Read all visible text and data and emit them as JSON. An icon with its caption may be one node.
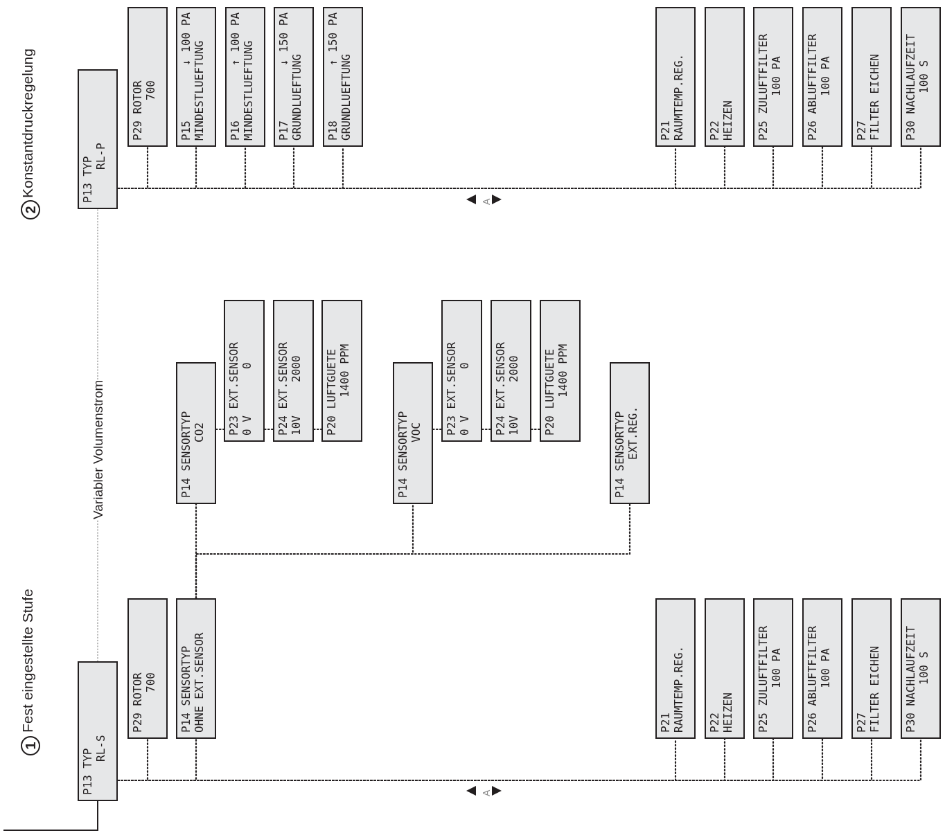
{
  "diagram": {
    "nodes": [
      {
        "text": [
          "P13 TYP",
          "RL-P"
        ]
      },
      {
        "text": [
          "P29 ROTOR",
          "700"
        ]
      },
      {
        "text": [
          "P15",
          "↓ 100 PA",
          "MINDESTLUEFTUNG"
        ]
      },
      {
        "text": [
          "P16",
          "↑ 100 PA",
          "MINDESTLUEFTUNG"
        ]
      },
      {
        "text": [
          "P17",
          "↓ 150 PA",
          "GRUNDLUEFTUNG"
        ]
      },
      {
        "text": [
          "P18",
          "↑ 150 PA",
          "GRUNDLUEFTUNG"
        ]
      },
      {
        "text": [
          "P21",
          "RAUMTEMP.REG."
        ]
      },
      {
        "text": [
          "P22",
          "HEIZEN"
        ]
      },
      {
        "text": [
          "P25 ZULUFTFILTER",
          "100 PA"
        ]
      },
      {
        "text": [
          "P26 ABLUFTFILTER",
          "100 PA"
        ]
      },
      {
        "text": [
          "P27",
          "FILTER EICHEN"
        ]
      },
      {
        "text": [
          "P30 NACHLAUFZEIT",
          "100 S"
        ]
      },
      {
        "text": [
          "P14 SENSORTYP",
          "CO2"
        ]
      },
      {
        "text": [
          "P23 EXT.SENSOR",
          "0 V",
          "0"
        ]
      },
      {
        "text": [
          "P24 EXT.SENSOR",
          "10V",
          "2000"
        ]
      },
      {
        "text": [
          "P20 LUFTGUETE",
          "1400 PPM"
        ]
      },
      {
        "text": [
          "P14 SENSORTYP",
          "VOC"
        ]
      },
      {
        "text": [
          "P23 EXT.SENSOR",
          "0 V",
          "0"
        ]
      },
      {
        "text": [
          "P24 EXT.SENSOR",
          "10V",
          "2000"
        ]
      },
      {
        "text": [
          "P20 LUFTGUETE",
          "1400 PPM"
        ]
      },
      {
        "text": [
          "P14 SENSORTYP",
          "EXT.REG."
        ]
      },
      {
        "text": [
          "P13 TYP",
          "RL-S"
        ]
      },
      {
        "text": [
          "P29 ROTOR",
          "700"
        ]
      },
      {
        "text": [
          "P14 SENSORTYP",
          "OHNE EXT.SENSOR"
        ]
      },
      {
        "text": [
          "P21",
          "RAUMTEMP.REG."
        ]
      },
      {
        "text": [
          "P22",
          "HEIZEN"
        ]
      },
      {
        "text": [
          "P25 ZULUFTFILTER",
          "100 PA"
        ]
      },
      {
        "text": [
          "P26 ABLUFTFILTER",
          "100 PA"
        ]
      },
      {
        "text": [
          "P27",
          "FILTER EICHEN"
        ]
      },
      {
        "text": [
          "P30 NACHLAUFZEIT",
          "100 S"
        ]
      }
    ],
    "edges": [
      {
        "from": 0,
        "to": 1,
        "arrow": "none",
        "style": "dashed"
      },
      {
        "from": 0,
        "to": 2,
        "arrow": "none",
        "style": "dashed"
      },
      {
        "from": 0,
        "to": 3,
        "arrow": "none",
        "style": "dashed"
      },
      {
        "from": 0,
        "to": 4,
        "arrow": "none",
        "style": "dashed"
      },
      {
        "from": 0,
        "to": 5,
        "arrow": "none",
        "style": "dashed"
      },
      {
        "from": 0,
        "to": 6,
        "arrow": "none",
        "style": "dashed"
      },
      {
        "from": 0,
        "to": 7,
        "arrow": "none",
        "style": "dashed"
      },
      {
        "from": 0,
        "to": 8,
        "arrow": "none",
        "style": "dashed"
      },
      {
        "from": 0,
        "to": 9,
        "arrow": "none",
        "style": "dashed"
      },
      {
        "from": 0,
        "to": 10,
        "arrow": "none",
        "style": "dashed"
      },
      {
        "from": 0,
        "to": 11,
        "arrow": "none",
        "style": "dashed"
      },
      {
        "from": 21,
        "to": 22,
        "arrow": "none",
        "style": "dashed"
      },
      {
        "from": 21,
        "to": 23,
        "arrow": "none",
        "style": "dashed"
      },
      {
        "from": 21,
        "to": 24,
        "arrow": "none",
        "style": "dashed"
      },
      {
        "from": 21,
        "to": 25,
        "arrow": "none",
        "style": "dashed"
      },
      {
        "from": 21,
        "to": 26,
        "arrow": "none",
        "style": "dashed"
      },
      {
        "from": 21,
        "to": 27,
        "arrow": "none",
        "style": "dashed"
      },
      {
        "from": 21,
        "to": 28,
        "arrow": "none",
        "style": "dashed"
      },
      {
        "from": 21,
        "to": 29,
        "arrow": "none",
        "style": "dashed"
      },
      {
        "from": 23,
        "to": 12,
        "arrow": "none",
        "style": "dashed"
      },
      {
        "from": 23,
        "to": 16,
        "arrow": "none",
        "style": "dashed"
      },
      {
        "from": 23,
        "to": 20,
        "arrow": "none",
        "style": "dashed"
      },
      {
        "from": 12,
        "to": 13,
        "arrow": "none",
        "style": "dashed"
      },
      {
        "from": 13,
        "to": 14,
        "arrow": "none",
        "style": "dashed"
      },
      {
        "from": 14,
        "to": 15,
        "arrow": "none",
        "style": "dashed"
      },
      {
        "from": 16,
        "to": 17,
        "arrow": "none",
        "style": "dashed"
      },
      {
        "from": 17,
        "to": 18,
        "arrow": "none",
        "style": "dashed"
      },
      {
        "from": 18,
        "to": 19,
        "arrow": "none",
        "style": "dashed"
      },
      {
        "from": 21,
        "to": 0,
        "arrow": "none",
        "style": "dashed",
        "color": "#8a8a8a",
        "label": "Variabler Volumenstrom"
      },
      {
        "from": null,
        "to": 21,
        "arrow": "none"
      }
    ],
    "labels": [
      "2",
      "Konstantdruckregelung",
      "A",
      "1",
      "Fest eingestellte Stufe",
      "A"
    ]
  }
}
